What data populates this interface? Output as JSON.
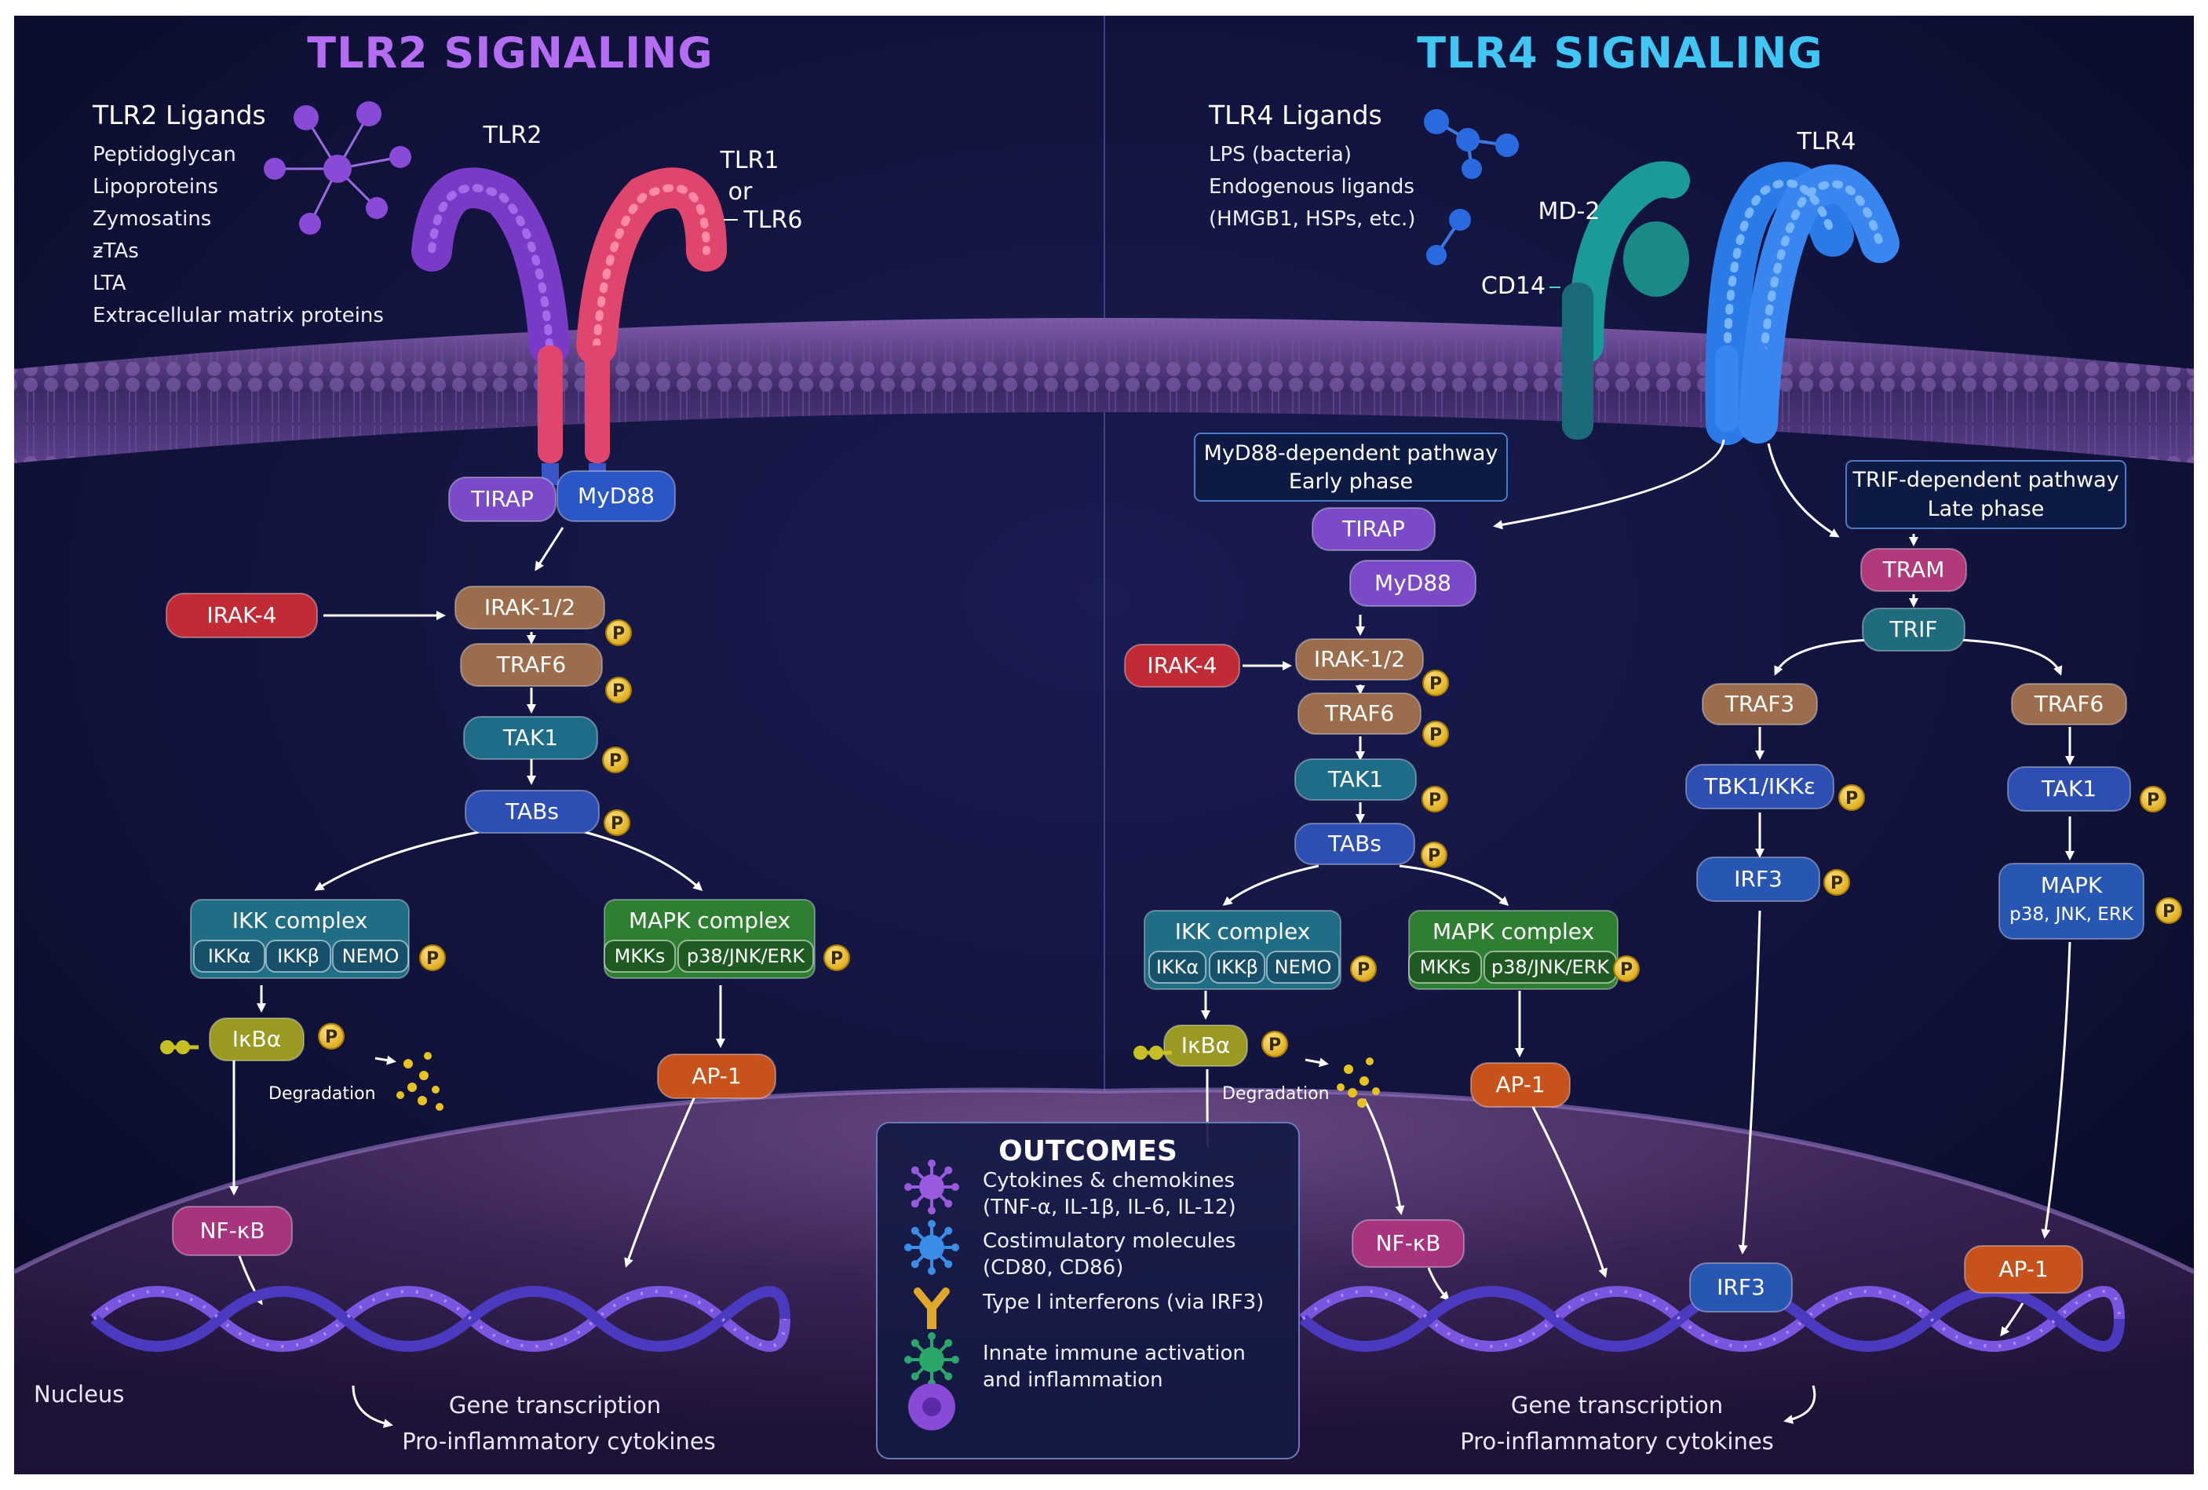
{
  "colors": {
    "bg_dark": "#0d0f33",
    "tlr2_title": "#b46cf2",
    "tlr4_title": "#3fc6f2",
    "irak4": "#c22a35",
    "irak": "#9b6d4c",
    "tak": "#1d6d88",
    "tabs": "#2d4fb4",
    "ikk": "#1f6e86",
    "mapk_complex": "#2f7f32",
    "ikba": "#9a9a22",
    "ap1": "#c8521b",
    "nfkb": "#a8337e",
    "tirap": "#7b4ac8",
    "myd88": "#2a56c6",
    "tram": "#b33a7a",
    "trif": "#1e6c7e",
    "irf3": "#2756b3",
    "phospho": "#e8b819"
  },
  "tlr2": {
    "title": "TLR2 SIGNALING",
    "ligands_heading": "TLR2 Ligands",
    "ligands": [
      "Peptidoglycan",
      "Lipoproteins",
      "Zymosatins",
      "ƶTAs",
      "LTA",
      "Extracellular matrix proteins"
    ],
    "receptor_label": "TLR2",
    "coreceptor_line1": "TLR1",
    "coreceptor_line2": "or",
    "coreceptor_line3": "TLR6",
    "tirap": "TIRAP",
    "myd88": "MyD88",
    "irak4": "IRAK-4",
    "irak12": "IRAK-1/2",
    "traf6": "TRAF6",
    "tak1": "TAK1",
    "tabs": "TABs",
    "ikk_complex": "IKK complex",
    "ikk_alpha": "IKKα",
    "ikk_beta": "IKKβ",
    "nemo": "NEMO",
    "mapk_complex": "MAPK complex",
    "mkks": "MKKs",
    "p38": "p38/JNK/ERK",
    "ikba": "IκBα",
    "degradation": "Degradation",
    "ap1": "AP-1",
    "nfkb": "NF-κB",
    "gene_line1": "Gene transcription",
    "gene_line2": "Pro-inflammatory cytokines",
    "nucleus": "Nucleus"
  },
  "tlr4": {
    "title": "TLR4 SIGNALING",
    "ligands_heading": "TLR4 Ligands",
    "ligands": [
      "LPS (bacteria)",
      "Endogenous ligands",
      "(HMGB1, HSPs, etc.)"
    ],
    "receptor_label": "TLR4",
    "md2": "MD-2",
    "cd14": "CD14",
    "myd88_path_line1": "MyD88-dependent pathway",
    "myd88_path_line2": "Early phase",
    "trif_path_line1": "TRIF-dependent pathway",
    "trif_path_line2": "Late phase",
    "tirap": "TIRAP",
    "myd88": "MyD88",
    "irak4": "IRAK-4",
    "irak12": "IRAK-1/2",
    "traf6": "TRAF6",
    "tak1": "TAK1",
    "tabs": "TABs",
    "ikk_complex": "IKK complex",
    "ikk_alpha": "IKKα",
    "ikk_beta": "IKKβ",
    "nemo": "NEMO",
    "mapk_complex": "MAPK complex",
    "mkks": "MKKs",
    "p38": "p38/JNK/ERK",
    "ikba": "IκBα",
    "degradation": "Degradation",
    "ap1_left": "AP-1",
    "nfkb": "NF-κB",
    "tram": "TRAM",
    "trif": "TRIF",
    "traf3": "TRAF3",
    "traf6_r": "TRAF6",
    "tbk1": "TBK1/IKKε",
    "tak1_r": "TAK1",
    "irf3": "IRF3",
    "mapk_line1": "MAPK",
    "mapk_line2": "p38, JNK, ERK",
    "irf3_nuc": "IRF3",
    "ap1_right": "AP-1",
    "gene_line1": "Gene transcription",
    "gene_line2": "Pro-inflammatory cytokines"
  },
  "phospho_label": "P",
  "outcomes": {
    "title": "OUTCOMES",
    "items": [
      {
        "line1": "Cytokines & chemokines",
        "line2": "(TNF-α, IL-1β, IL-6, IL-12)",
        "icon": "cytokine-icon",
        "color": "#9a5ae0"
      },
      {
        "line1": "Costimulatory molecules",
        "line2": "(CD80, CD86)",
        "icon": "costimulatory-icon",
        "color": "#3a8ee8"
      },
      {
        "line1": "Type I interferons (via IRF3)",
        "line2": "",
        "icon": "interferon-icon",
        "color": "#e0a82a"
      },
      {
        "line1": "Innate immune activation",
        "line2": "and inflammation",
        "icon": "immune-activation-icon",
        "color": "#2aa86a"
      },
      {
        "line1": "",
        "line2": "",
        "icon": "immune-cell-icon",
        "color": "#8a4ad8"
      }
    ]
  }
}
